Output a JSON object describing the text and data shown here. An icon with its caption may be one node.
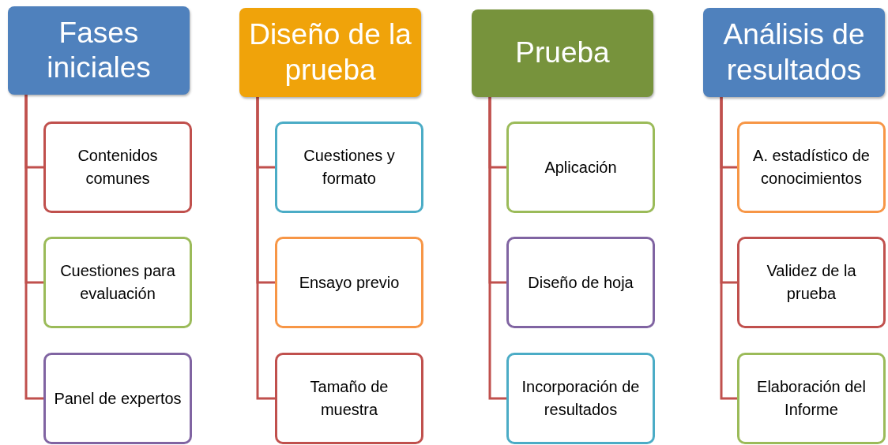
{
  "diagram": {
    "nodes": [
      {
        "text": [
          "Fases iniciales"
        ]
      },
      {
        "text": [
          "Contenidos comunes"
        ]
      },
      {
        "text": [
          "Cuestiones para evaluación"
        ]
      },
      {
        "text": [
          "Panel de expertos"
        ]
      },
      {
        "text": [
          "Diseño de la prueba"
        ]
      },
      {
        "text": [
          "Cuestiones y formato"
        ]
      },
      {
        "text": [
          "Ensayo previo"
        ]
      },
      {
        "text": [
          "Tamaño de muestra"
        ]
      },
      {
        "text": [
          "Prueba"
        ]
      },
      {
        "text": [
          "Aplicación"
        ]
      },
      {
        "text": [
          "Diseño de hoja"
        ]
      },
      {
        "text": [
          "Incorporación de resultados"
        ]
      },
      {
        "text": [
          "Análisis de resultados"
        ]
      },
      {
        "text": [
          "A. estadístico de conocimientos"
        ]
      },
      {
        "text": [
          "Validez de la prueba"
        ]
      },
      {
        "text": [
          "Elaboración del Informe"
        ]
      }
    ],
    "edges": [
      {
        "from": 0,
        "to": 1,
        "arrow": "none"
      },
      {
        "from": 0,
        "to": 2,
        "arrow": "none"
      },
      {
        "from": 0,
        "to": 3,
        "arrow": "none"
      },
      {
        "from": 4,
        "to": 5,
        "arrow": "none"
      },
      {
        "from": 4,
        "to": 6,
        "arrow": "none"
      },
      {
        "from": 4,
        "to": 7,
        "arrow": "none"
      },
      {
        "from": 8,
        "to": 9,
        "arrow": "none"
      },
      {
        "from": 8,
        "to": 10,
        "arrow": "none"
      },
      {
        "from": 8,
        "to": 11,
        "arrow": "none"
      },
      {
        "from": 12,
        "to": 13,
        "arrow": "none"
      },
      {
        "from": 12,
        "to": 14,
        "arrow": "none"
      },
      {
        "from": 12,
        "to": 15,
        "arrow": "none"
      }
    ]
  }
}
